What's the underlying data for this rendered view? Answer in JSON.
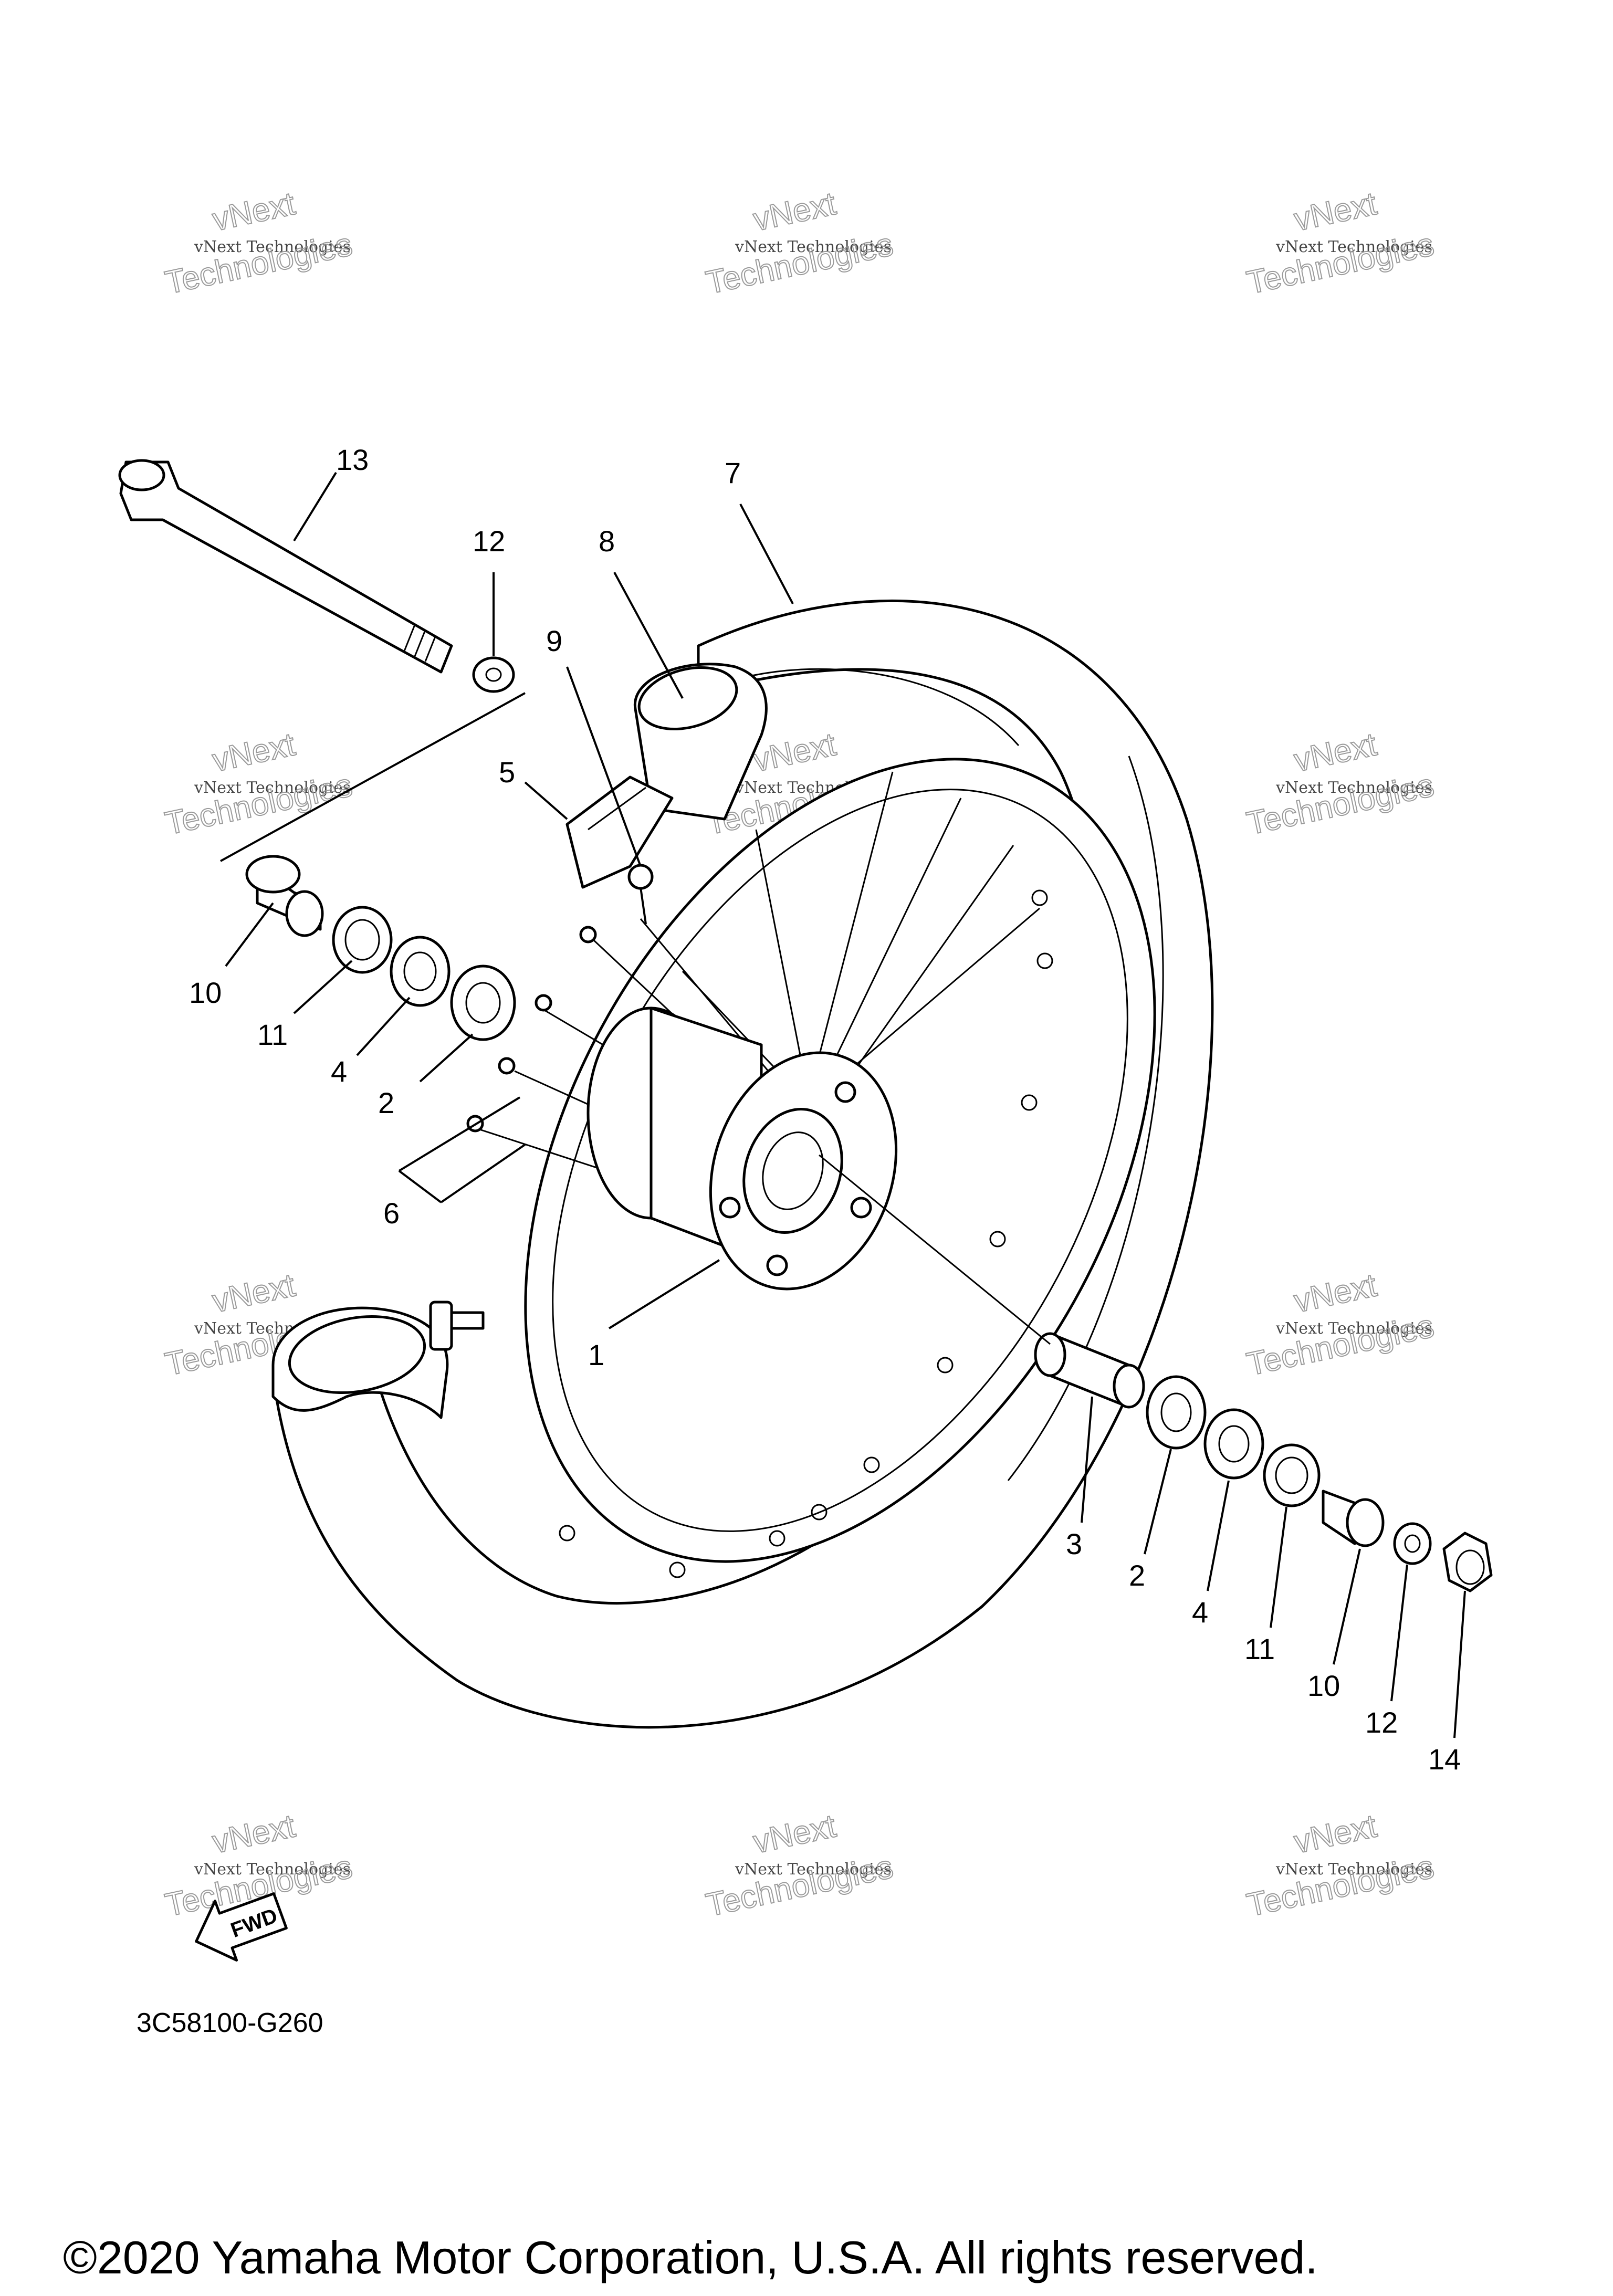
{
  "callouts": [
    "13",
    "12",
    "8",
    "7",
    "9",
    "5",
    "10",
    "11",
    "4",
    "2",
    "6",
    "1",
    "3",
    "2",
    "4",
    "11",
    "10",
    "12",
    "14"
  ],
  "watermark": {
    "line1": "vNext Technologies",
    "big_top": "vNext",
    "big_bottom": "Technologies"
  },
  "fwd_label": "FWD",
  "diagram_code": "3C58100-G260",
  "copyright": "©2020 Yamaha Motor Corporation, U.S.A. All rights reserved."
}
